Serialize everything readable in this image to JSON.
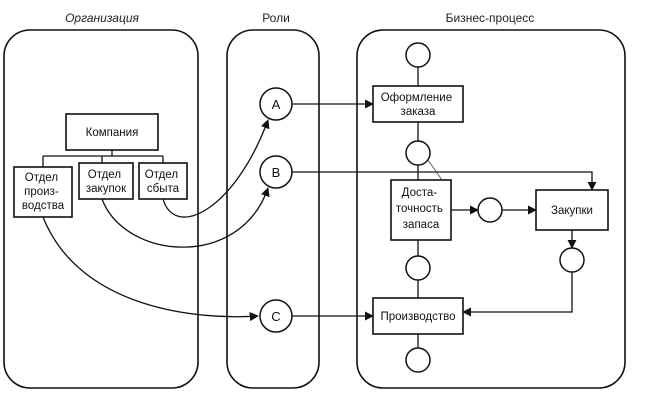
{
  "columns": {
    "organization": "Организация",
    "roles": "Роли",
    "process": "Бизнес-процесс"
  },
  "org": {
    "company": "Компания",
    "dept_production": [
      "Отдел",
      "произ-",
      "водства"
    ],
    "dept_purchasing": [
      "Отдел",
      "закупок"
    ],
    "dept_sales": [
      "Отдел",
      "сбыта"
    ]
  },
  "roles": [
    "A",
    "B",
    "C"
  ],
  "process": {
    "order": [
      "Оформление",
      "заказа"
    ],
    "stock_check": [
      "Доста-",
      "точность",
      "запаса"
    ],
    "purchasing": "Закупки",
    "production": "Производство"
  }
}
